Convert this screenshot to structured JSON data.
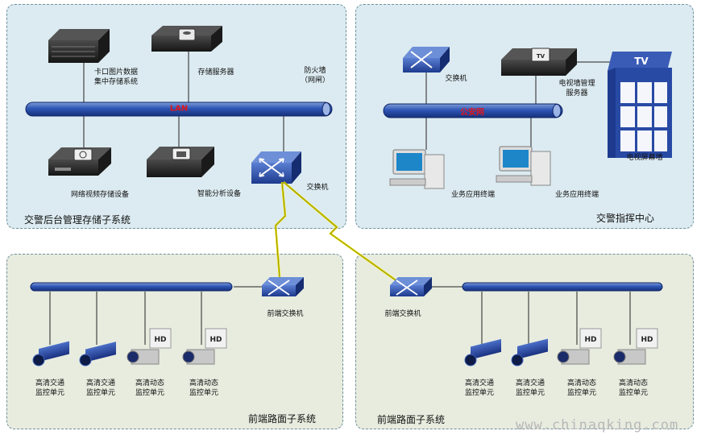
{
  "subsystems": {
    "traffic_backend": {
      "title": "交警后台管理存储子系统"
    },
    "command_center": {
      "title": "交警指挥中心"
    },
    "roadside_left": {
      "title": "前端路面子系统"
    },
    "roadside_right": {
      "title": "前端路面子系统"
    }
  },
  "networks": {
    "lan": "LAN",
    "police_net": "公安网"
  },
  "devices": {
    "checkpoint_storage": "卡口图片数据\n集中存储系统",
    "storage_server": "存储服务器",
    "firewall": "防火墙\n（网闸）",
    "nvr": "网络视频存储设备",
    "smart_analysis": "智能分析设备",
    "backend_switch": "交换机",
    "center_switch": "交换机",
    "tv_wall_server": "电视墙管理\n服务器",
    "tv_wall": "电视屏幕墙",
    "business_terminal_1": "业务应用终端",
    "business_terminal_2": "业务应用终端",
    "tv_label": "TV",
    "front_switch_left": "前端交换机",
    "front_switch_right": "前端交换机",
    "left_units": [
      "高清交通\n监控单元",
      "高清交通\n监控单元",
      "高清动态\n监控单元",
      "高清动态\n监控单元"
    ],
    "right_units": [
      "高清交通\n监控单元",
      "高清交通\n监控单元",
      "高清动态\n监控单元",
      "高清动态\n监控单元"
    ],
    "hd_badge": "HD"
  },
  "watermark": "www.chinaqking.com",
  "colors": {
    "bus": "#1c3d8c",
    "switch": "#2b4aa0",
    "wireless": "#e8e000",
    "backend_panel": "#dcebf1",
    "roadside_panel": "#e8ecdf"
  }
}
